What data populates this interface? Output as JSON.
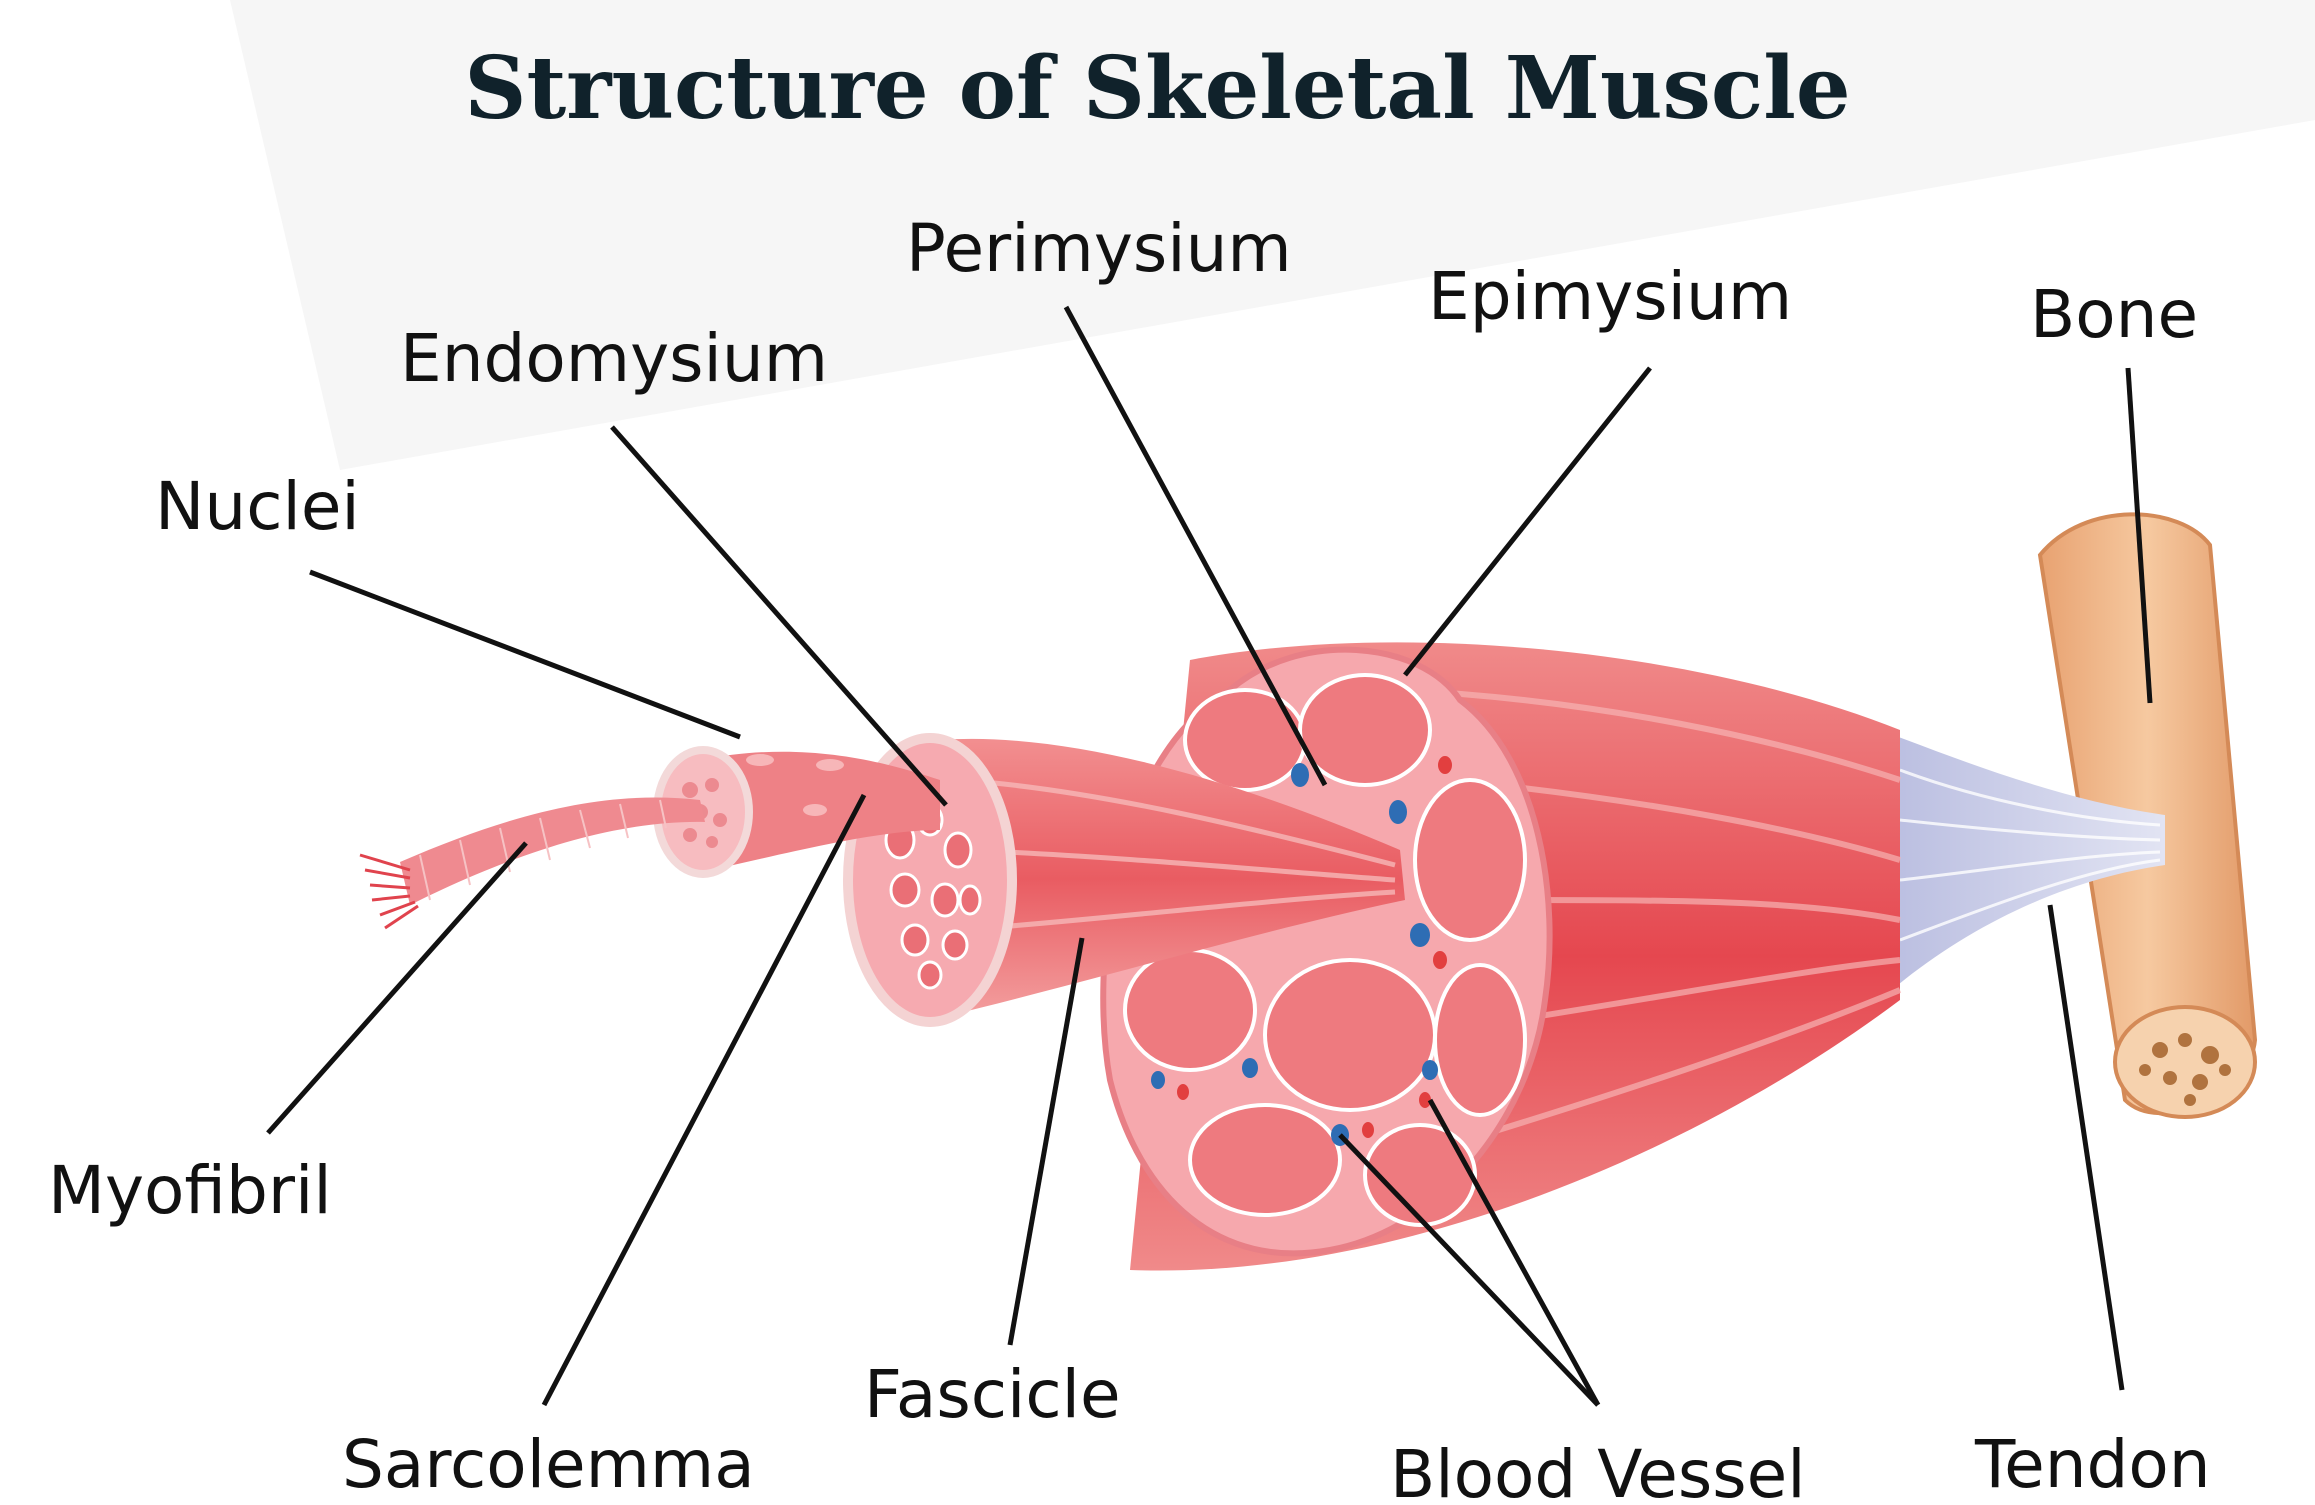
{
  "title": "Structure of Skeletal Muscle",
  "labels": {
    "perimysium": "Perimysium",
    "epimysium": "Epimysium",
    "bone": "Bone",
    "endomysium": "Endomysium",
    "nuclei": "Nuclei",
    "myofibril": "Myofibril",
    "fascicle": "Fascicle",
    "sarcolemma": "Sarcolemma",
    "blood_vessel": "Blood Vessel",
    "tendon": "Tendon"
  },
  "colors": {
    "muscle": "#e8545a",
    "muscle_light": "#f4a0a0",
    "fascicle_pink": "#f7c5c8",
    "blood_vessel_blue": "#2e6db4",
    "tendon": "#c9cde6",
    "bone": "#f2b889",
    "title": "#10222b"
  }
}
